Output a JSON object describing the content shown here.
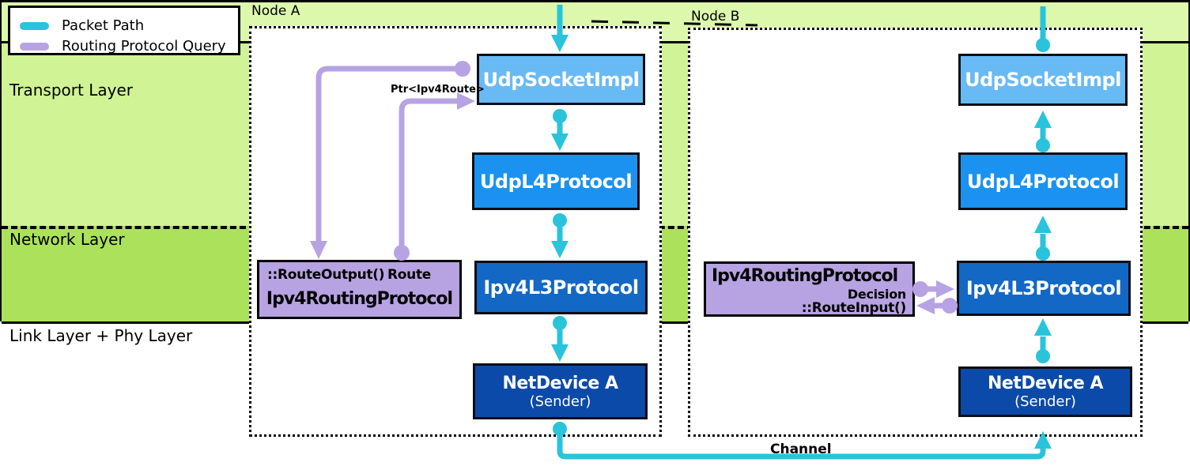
{
  "legend": {
    "items": [
      {
        "label": "Packet Path",
        "color": "#29c3dc"
      },
      {
        "label": "Routing Protocol Query",
        "color": "#b7a3e4"
      }
    ]
  },
  "layers": {
    "transport": "Transport Layer",
    "network": "Network Layer",
    "link": "Link Layer + Phy Layer"
  },
  "nodes": {
    "a": {
      "title": "Node A",
      "stack": {
        "socket": "UdpSocketImpl",
        "l4": "UdpL4Protocol",
        "l3": "Ipv4L3Protocol",
        "netdevice_name": "NetDevice A",
        "netdevice_role": "(Sender)"
      },
      "routing": {
        "method": "::RouteOutput()",
        "result": "Route",
        "name": "Ipv4RoutingProtocol"
      },
      "ptr_label": "Ptr<Ipv4Route>"
    },
    "b": {
      "title": "Node B",
      "stack": {
        "socket": "UdpSocketImpl",
        "l4": "UdpL4Protocol",
        "l3": "Ipv4L3Protocol",
        "netdevice_name": "NetDevice A",
        "netdevice_role": "(Sender)"
      },
      "routing": {
        "name": "Ipv4RoutingProtocol",
        "result": "Decision",
        "method": "::RouteInput()"
      }
    }
  },
  "channel": {
    "label": "Channel"
  },
  "colors": {
    "packet_path": "#29c3dc",
    "routing_query": "#b7a3e4",
    "socket_box": "#68baf5",
    "l4_box": "#1b92ef",
    "l3_box": "#1268c4",
    "netdevice_box": "#0b4aa8",
    "routing_box": "#b7a2e2",
    "app_band": "#dcf8ac",
    "transport_band": "#d0f395",
    "network_band": "#ace25b"
  }
}
